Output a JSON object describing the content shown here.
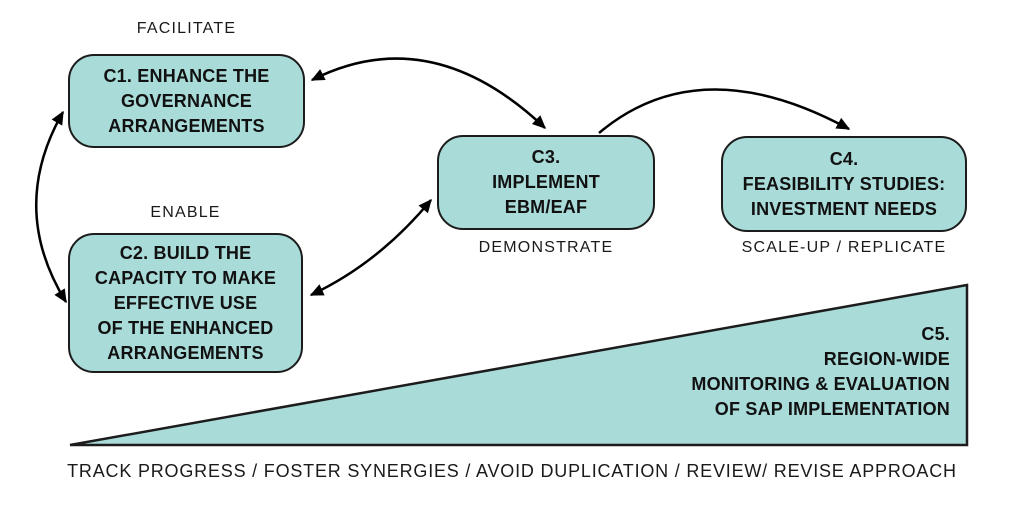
{
  "diagram": {
    "background_color": "#ffffff",
    "colors": {
      "shape_fill": "#a9dbd9",
      "shape_border": "#1c1c1c",
      "arrow": "#000000",
      "text": "#111111"
    },
    "boxes": {
      "c1": {
        "label": "C1. ENHANCE THE\nGOVERNANCE\nARRANGEMENTS",
        "caption": "FACILITATE",
        "caption_position": "above"
      },
      "c2": {
        "label": "C2. BUILD THE\nCAPACITY TO MAKE\nEFFECTIVE USE\nOF THE ENHANCED\nARRANGEMENTS",
        "caption": "ENABLE",
        "caption_position": "above"
      },
      "c3": {
        "label": "C3.\nIMPLEMENT\nEBM/EAF",
        "caption": "DEMONSTRATE",
        "caption_position": "below"
      },
      "c4": {
        "label": "C4.\nFEASIBILITY STUDIES:\nINVESTMENT NEEDS",
        "caption": "SCALE-UP / REPLICATE",
        "caption_position": "below"
      }
    },
    "triangle": {
      "label": "C5.\nREGION-WIDE\nMONITORING & EVALUATION\nOF SAP IMPLEMENTATION",
      "caption": "TRACK PROGRESS / FOSTER SYNERGIES / AVOID DUPLICATION / REVIEW/ REVISE APPROACH",
      "caption_position": "below"
    },
    "arrows": [
      {
        "from": "c1",
        "to": "c2",
        "bidirectional": true
      },
      {
        "from": "c1",
        "to": "c3",
        "bidirectional": true
      },
      {
        "from": "c2",
        "to": "c3",
        "bidirectional": true
      },
      {
        "from": "c3",
        "to": "c4",
        "bidirectional": false
      }
    ]
  }
}
